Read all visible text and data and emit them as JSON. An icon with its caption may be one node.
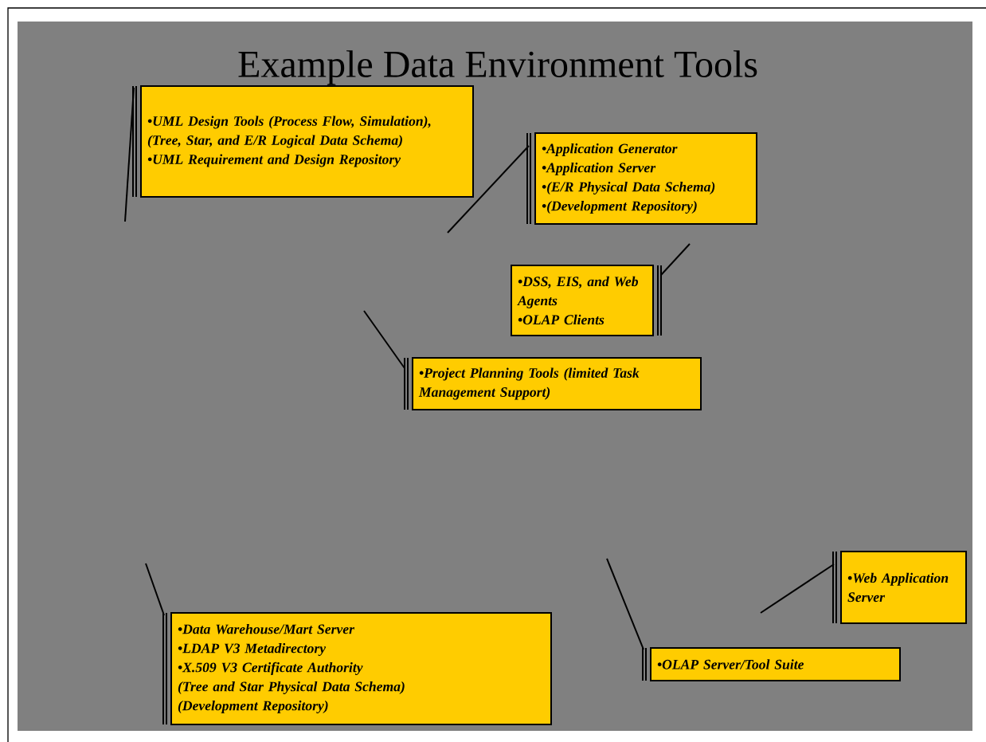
{
  "diagram": {
    "title": "Example Data Environment Tools",
    "nodes": [
      {
        "text": [
          "•UML Design Tools (Process Flow, Simulation), (Tree, Star, and E/R Logical Data Schema)",
          "•UML Requirement and Design Repository"
        ]
      },
      {
        "text": [
          "•Application Generator",
          "•Application Server",
          "•(E/R Physical Data Schema)",
          "•(Development Repository)"
        ]
      },
      {
        "text": [
          "•DSS,  EIS, and Web Agents",
          "•OLAP Clients"
        ]
      },
      {
        "text": [
          "•Project Planning Tools (limited Task Management Support)"
        ]
      },
      {
        "text": [
          "•Data Warehouse/Mart Server",
          "•LDAP V3 Metadirectory",
          "•X.509 V3 Certificate Authority",
          "(Tree and Star Physical Data Schema)",
          "(Development Repository)"
        ]
      },
      {
        "text": [
          "•Web Application Server"
        ]
      },
      {
        "text": [
          "•OLAP Server/Tool Suite"
        ]
      }
    ],
    "edges": [
      {
        "from": 0,
        "to": null,
        "arrow": "none"
      },
      {
        "from": 1,
        "to": null,
        "arrow": "none"
      },
      {
        "from": 2,
        "to": null,
        "arrow": "none"
      },
      {
        "from": 3,
        "to": null,
        "arrow": "none"
      },
      {
        "from": 4,
        "to": null,
        "arrow": "none"
      },
      {
        "from": 5,
        "to": null,
        "arrow": "none"
      },
      {
        "from": 6,
        "to": null,
        "arrow": "none"
      }
    ]
  }
}
